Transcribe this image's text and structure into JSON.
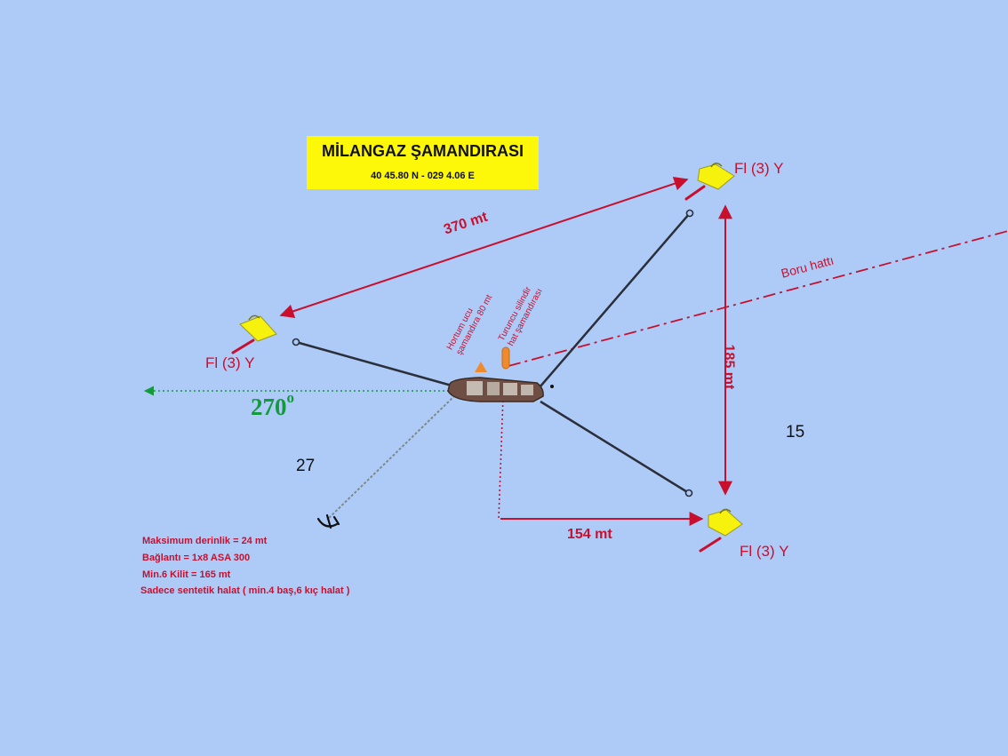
{
  "title": {
    "name": "MİLANGAZ ŞAMANDIRASI",
    "coordinates": "40 45.80 N - 029 4.06 E"
  },
  "buoys": {
    "nw": "Fl (3) Y",
    "ne": "Fl (3) Y",
    "se": "Fl (3) Y"
  },
  "distances": {
    "nw_ne": "370 mt",
    "ne_se": "185 mt",
    "ship_se": "154 mt"
  },
  "pipeline_label": "Boru hattı",
  "hose_buoy_label": [
    "Hortum ucu",
    "şamandıra 80 mt"
  ],
  "orange_buoy_label": [
    "Turuncu silindir",
    "hat şamandırası"
  ],
  "heading": {
    "value": "270",
    "unit": "o"
  },
  "depths": {
    "west": "27",
    "east": "15"
  },
  "notes": [
    "Maksimum derinlik = 24 mt",
    "Bağlantı = 1x8  ASA  300",
    "Min.6 Kilit = 165 mt",
    "Sadece sentetik halat ( min.4 baş,6 kıç halat )"
  ],
  "colors": {
    "sea": "#aecbf8",
    "title_bg": "#fdf70a",
    "buoy": "#f7f20d",
    "red": "#c8102e",
    "heading": "#149a3c",
    "ship": "#7a5a4a"
  }
}
